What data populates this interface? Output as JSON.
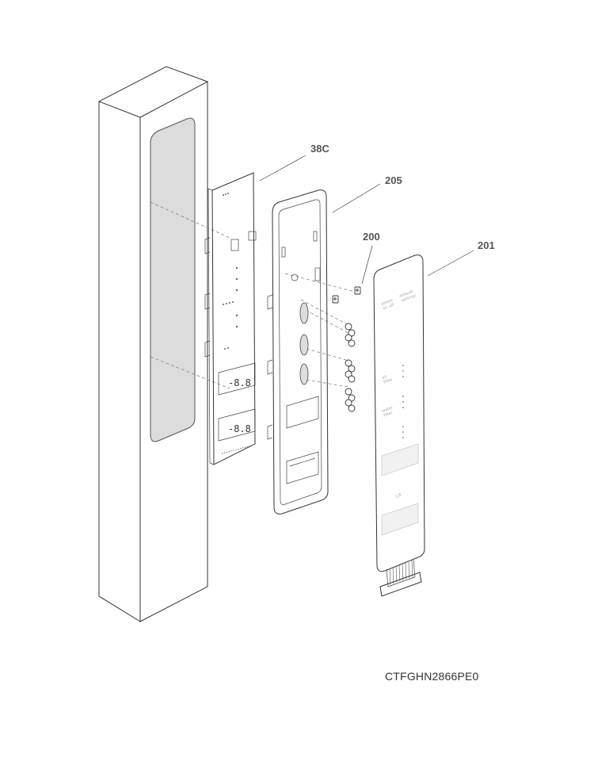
{
  "callouts": {
    "part_38c": "38C",
    "part_205": "205",
    "part_200": "200",
    "part_201": "201"
  },
  "overlay_labels": {
    "power": "power\non off",
    "default": "default\nsettings",
    "air_filter": "air\nfilter",
    "water_filter": "water\nfilter",
    "units": "C/F"
  },
  "display_digits": "-8.8",
  "model_code": "CTFGHN2866PE0"
}
